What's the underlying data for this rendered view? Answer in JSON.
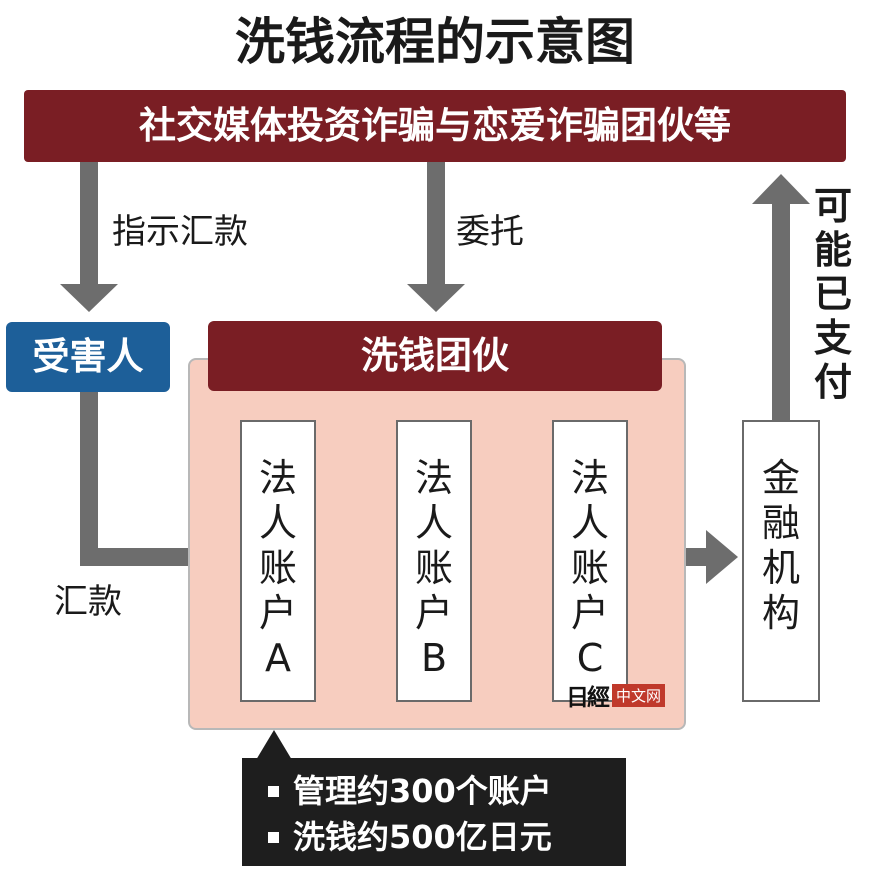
{
  "title": "洗钱流程的示意图",
  "top_banner": "社交媒体投资诈骗与恋爱诈骗团伙等",
  "labels": {
    "instruct_remit": "指示汇款",
    "entrust": "委托",
    "remit": "汇款",
    "may_have_paid": [
      "可",
      "能",
      "已",
      "支",
      "付"
    ]
  },
  "victim": "受害人",
  "gang": "洗钱团伙",
  "accounts": [
    [
      "法",
      "人",
      "账",
      "户",
      "A"
    ],
    [
      "法",
      "人",
      "账",
      "户",
      "B"
    ],
    [
      "法",
      "人",
      "账",
      "户",
      "C"
    ]
  ],
  "financial_institution": [
    "金",
    "融",
    "机",
    "构"
  ],
  "notes": [
    "管理约300个账户",
    "洗钱约500亿日元"
  ],
  "watermark": {
    "logo": "日經",
    "tag": "中文网"
  },
  "colors": {
    "banner": "#7a1e24",
    "victim": "#1d5f99",
    "panel": "#f7cdbf",
    "arrow": "#6d6d6d"
  }
}
